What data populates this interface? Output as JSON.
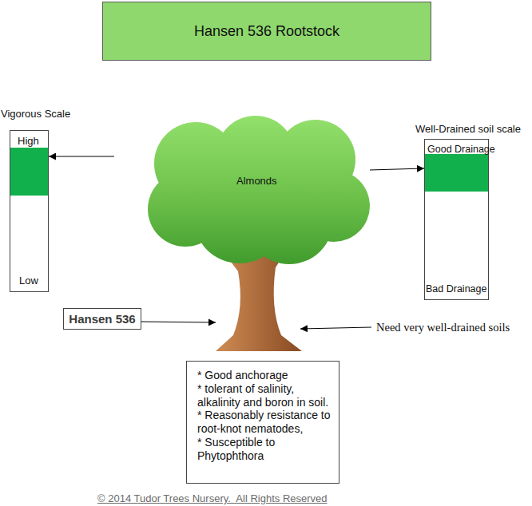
{
  "diagram": {
    "title": "Hansen 536 Rootstock",
    "nodes": [
      {
        "text": [
          "Vigorous Scale",
          "High",
          "Low"
        ]
      },
      {
        "text": [
          "Almonds"
        ]
      },
      {
        "text": [
          "Well-Drained soil scale",
          "Good Drainage",
          "Bad Drainage"
        ]
      },
      {
        "text": [
          "Hansen 536"
        ]
      },
      {
        "text": [
          "* Good anchorage",
          "* tolerant of salinity, alkalinity and boron in soil.",
          "* Reasonably resistance to root-knot nematodes,",
          "* Susceptible to Phytophthora"
        ]
      }
    ],
    "edges": [
      {
        "from": 1,
        "to": 0,
        "arrow": "to"
      },
      {
        "from": 1,
        "to": 2,
        "arrow": "to"
      },
      {
        "from": 3,
        "to": 1,
        "arrow": "to"
      }
    ],
    "labels": [
      "Need very well-drained soils",
      "© 2014 Tudor Trees Nursery.  All Rights Reserved"
    ]
  }
}
